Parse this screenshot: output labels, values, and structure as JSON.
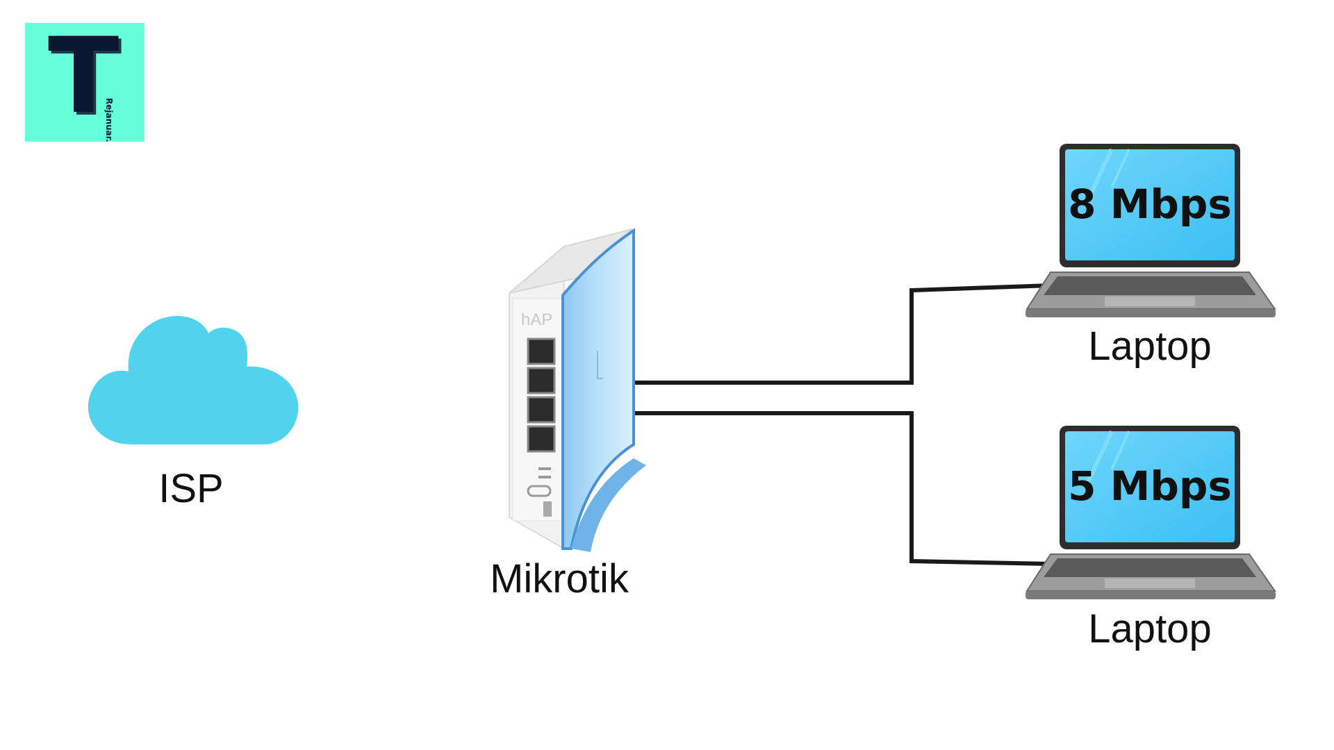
{
  "logo": {
    "letter": "T",
    "brand": "Rejanuar."
  },
  "isp": {
    "label": "ISP"
  },
  "router": {
    "label": "Mikrotik",
    "model": "hAP"
  },
  "laptops": [
    {
      "label": "Laptop",
      "speed": "8 Mbps"
    },
    {
      "label": "Laptop",
      "speed": "5 Mbps"
    }
  ],
  "colors": {
    "cloud": "#52d3ed",
    "screen": "#42c6f5",
    "router_blue": "#a9d8f7",
    "logo_bg": "#66ffd9",
    "cable": "#222222"
  }
}
